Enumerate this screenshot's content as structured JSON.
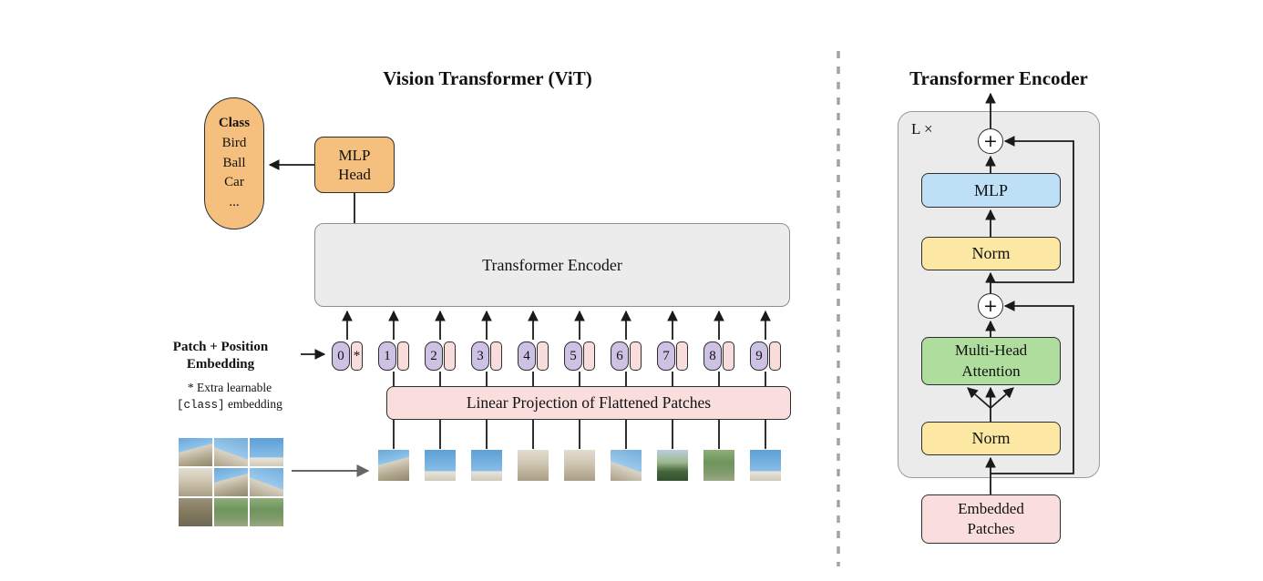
{
  "figure": {
    "left_title": "Vision Transformer (ViT)",
    "right_title": "Transformer Encoder"
  },
  "left": {
    "class_pill": {
      "heading": "Class",
      "items": [
        "Bird",
        "Ball",
        "Car",
        "..."
      ]
    },
    "mlp_head": {
      "line1": "MLP",
      "line2": "Head"
    },
    "encoder_label": "Transformer Encoder",
    "patch_position_label": {
      "line1": "Patch + Position",
      "line2": "Embedding"
    },
    "note": {
      "line1": "* Extra learnable",
      "code": "[class]",
      "rest": " embedding"
    },
    "linear_projection_label": "Linear Projection of Flattened Patches",
    "class_star": "*",
    "tokens": [
      "0",
      "1",
      "2",
      "3",
      "4",
      "5",
      "6",
      "7",
      "8",
      "9"
    ]
  },
  "right": {
    "loop_label": "L ×",
    "plus": "+",
    "mlp_label": "MLP",
    "norm_top_label": "Norm",
    "attention_label": {
      "line1": "Multi-Head",
      "line2": "Attention"
    },
    "norm_bottom_label": "Norm",
    "embedded_label": {
      "line1": "Embedded",
      "line2": "Patches"
    }
  },
  "colors": {
    "orange": "#f5c07d",
    "gray_box": "#ebebeb",
    "pink": "#fadddd",
    "purple": "#cdc1e4",
    "blue": "#bee0f7",
    "yellow": "#fce8a2",
    "green": "#aedd9d"
  }
}
